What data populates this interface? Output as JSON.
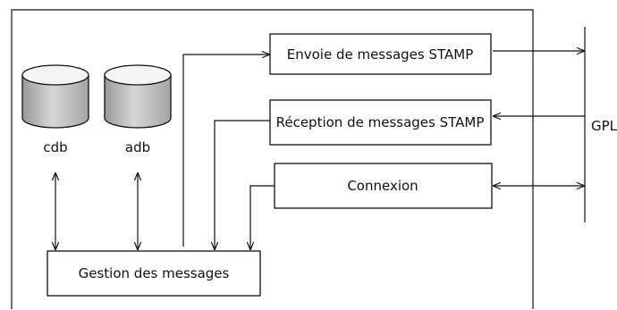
{
  "diagram": {
    "nodes": {
      "cdb": {
        "label": "cdb",
        "shape": "database"
      },
      "adb": {
        "label": "adb",
        "shape": "database"
      },
      "gestion": {
        "label": "Gestion des messages"
      },
      "envoie": {
        "label": "Envoie de messages STAMP"
      },
      "reception": {
        "label": "Réception de messages STAMP"
      },
      "connexion": {
        "label": "Connexion"
      },
      "gpl": {
        "label": "GPL"
      }
    },
    "edges": [
      {
        "from": "cdb",
        "to": "gestion",
        "direction": "both"
      },
      {
        "from": "adb",
        "to": "gestion",
        "direction": "both"
      },
      {
        "from": "gestion",
        "to": "envoie",
        "direction": "forward"
      },
      {
        "from": "envoie",
        "to": "gpl",
        "direction": "forward"
      },
      {
        "from": "gpl",
        "to": "reception",
        "direction": "forward"
      },
      {
        "from": "reception",
        "to": "gestion",
        "direction": "forward"
      },
      {
        "from": "connexion",
        "to": "gpl",
        "direction": "both"
      },
      {
        "from": "connexion",
        "to": "gestion",
        "direction": "forward"
      }
    ],
    "colors": {
      "stroke": "#111111",
      "background": "#ffffff",
      "db_top": "#f4f4f4",
      "db_body": "#b8b8b8"
    }
  }
}
